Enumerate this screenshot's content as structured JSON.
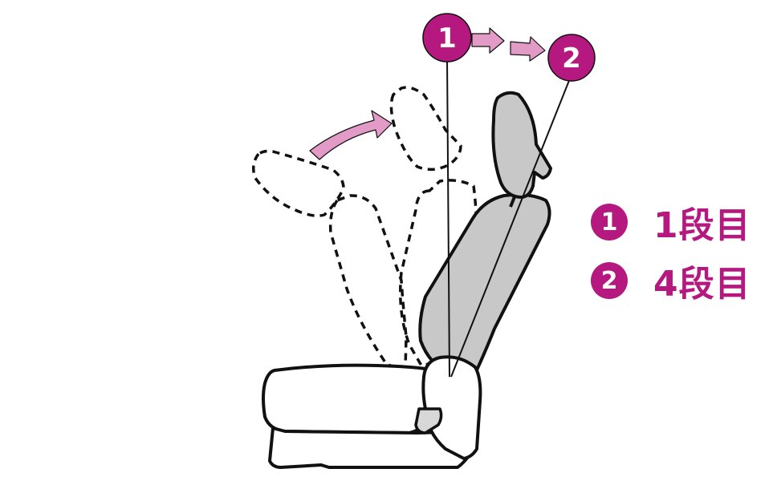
{
  "colors": {
    "accent": "#b5197f",
    "arrow": "#e29bc6",
    "seat_fill": "#c8c8c8",
    "outline": "#111111"
  },
  "callouts": {
    "marker1": "1",
    "marker2": "2"
  },
  "legend": [
    {
      "marker": "1",
      "text": "1段目"
    },
    {
      "marker": "2",
      "text": "4段目"
    }
  ]
}
